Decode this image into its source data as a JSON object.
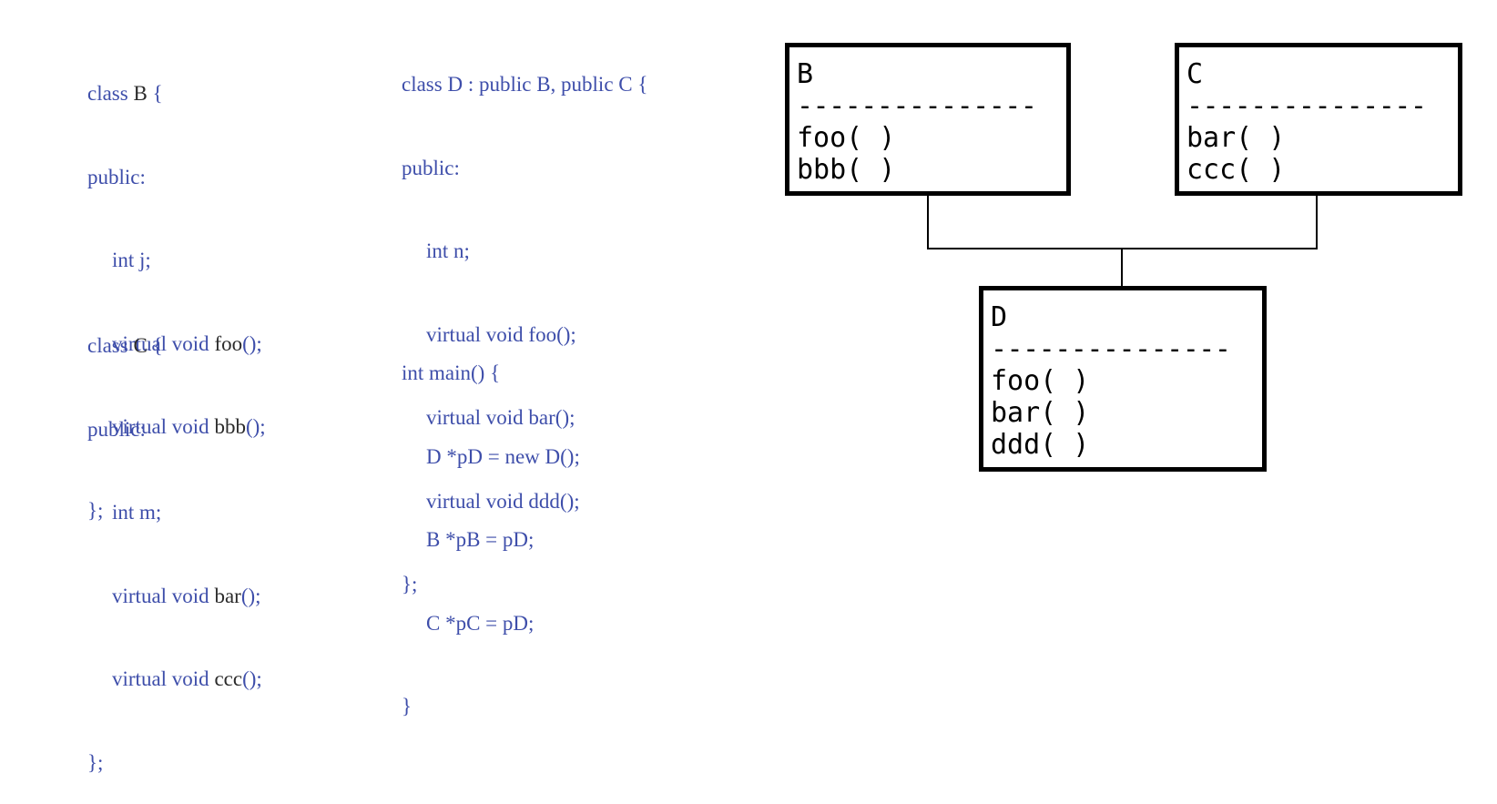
{
  "code_left": {
    "class_b": [
      "class ",
      "B",
      " {",
      "public:",
      "int j;",
      "virtual void ",
      "foo",
      "();",
      "virtual void ",
      "bbb",
      "();",
      "};"
    ],
    "class_c": [
      "class ",
      "C",
      " {",
      "public:",
      "int m;",
      "virtual void ",
      "bar",
      "();",
      "virtual void ",
      "ccc",
      "();",
      "};"
    ]
  },
  "code_right": {
    "class_d": {
      "l1": "class D : public B, public C {",
      "l2": "public:",
      "l3": "int n;",
      "l4": "virtual void foo();",
      "l5": "virtual void bar();",
      "l6": "virtual void ddd();",
      "l7": "};"
    },
    "main": {
      "l1": "int main() {",
      "l2": "D *pD = new D();",
      "l3": "B *pB = pD;",
      "l4": "C *pC = pD;",
      "l5": "}"
    }
  },
  "boxes": {
    "b": {
      "name": "B",
      "divider": "---------------",
      "methods": [
        "foo( )",
        "bbb( )"
      ]
    },
    "c": {
      "name": "C",
      "divider": "---------------",
      "methods": [
        "bar( )",
        "ccc( )"
      ]
    },
    "d": {
      "name": "D",
      "divider": "---------------",
      "methods": [
        "foo( )",
        "bar( )",
        "ddd( )"
      ]
    }
  }
}
